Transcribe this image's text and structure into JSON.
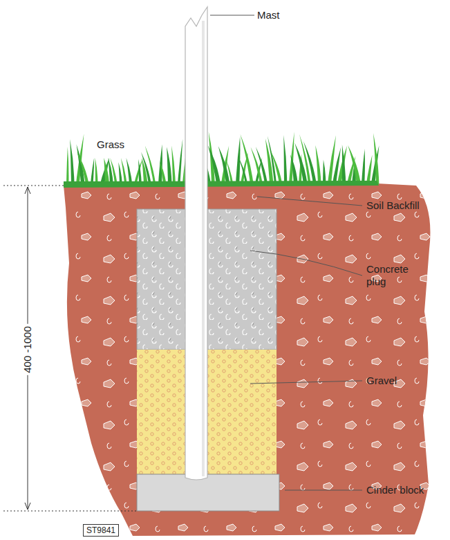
{
  "diagram": {
    "nodes": [
      {
        "text": [
          "ST9841"
        ]
      }
    ],
    "labels": [
      "Mast",
      "Grass",
      "Soil Backfill",
      "Concrete plug",
      "Gravel",
      "Cinder block",
      "400 -1000"
    ]
  }
}
